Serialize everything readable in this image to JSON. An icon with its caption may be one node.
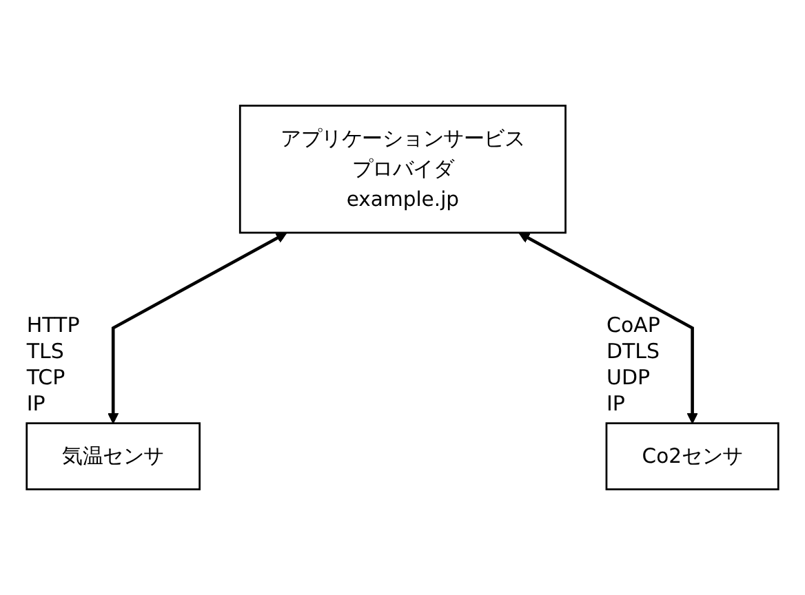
{
  "diagram": {
    "nodes": [
      {
        "text": [
          "アプリケーションサービスプロバイダ",
          "example.jp"
        ]
      },
      {
        "text": [
          "気温センサ"
        ],
        "beside": [
          "HTTP",
          "TLS",
          "TCP",
          "IP"
        ]
      },
      {
        "text": [
          "Co2センサ"
        ],
        "beside": [
          "CoAP",
          "DTLS",
          "UDP",
          "IP"
        ]
      }
    ],
    "edges": [
      {
        "from": 0,
        "to": 1,
        "arrow": "both"
      },
      {
        "from": 0,
        "to": 2,
        "arrow": "both"
      }
    ]
  }
}
